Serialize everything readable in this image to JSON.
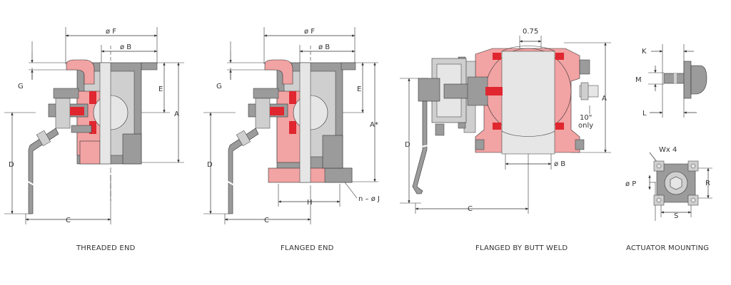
{
  "colors": {
    "section": "#f2a3a3",
    "seal": "#e0262f",
    "metal": "#9b9b9b",
    "metal_light": "#cfcfcf",
    "bore": "#e6e6e6",
    "line": "#333333"
  },
  "views": {
    "threaded": {
      "caption": "THREADED END",
      "labels": {
        "F": "ø F",
        "B": "ø B",
        "G": "G",
        "E": "E",
        "A": "A",
        "D": "D",
        "C": "C"
      }
    },
    "flanged": {
      "caption": "FLANGED END",
      "labels": {
        "F": "ø F",
        "B": "ø B",
        "G": "G",
        "E": "E",
        "A": "A*",
        "D": "D",
        "C": "C",
        "H": "H",
        "J": "n – ø J"
      }
    },
    "buttweld": {
      "caption": "FLANGED BY BUTT WELD",
      "labels": {
        "dim075": "0.75",
        "A": "A",
        "D": "D",
        "C": "C",
        "B": "ø B",
        "note1": "10\"",
        "note2": "only"
      }
    },
    "actuator": {
      "caption": "ACTUATOR MOUNTING",
      "labels": {
        "K": "K",
        "M": "M",
        "L": "L",
        "W": "Wx 4",
        "P": "ø P",
        "R": "R",
        "S": "S"
      }
    }
  }
}
